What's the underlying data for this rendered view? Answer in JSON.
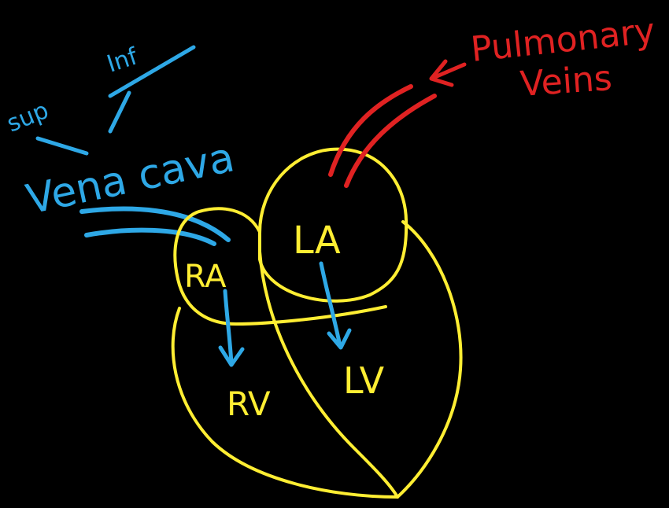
{
  "colors": {
    "background": "#000000",
    "heart_outline": "#ffee33",
    "vena_cava": "#2ea8e6",
    "pulmonary": "#e02222"
  },
  "labels": {
    "sup": "sup",
    "inf": "Inf",
    "vena_cava": "Vena cava",
    "pulmonary_line1": "Pulmonary",
    "pulmonary_line2": "Veins",
    "ra": "RA",
    "la": "LA",
    "rv": "RV",
    "lv": "LV"
  }
}
